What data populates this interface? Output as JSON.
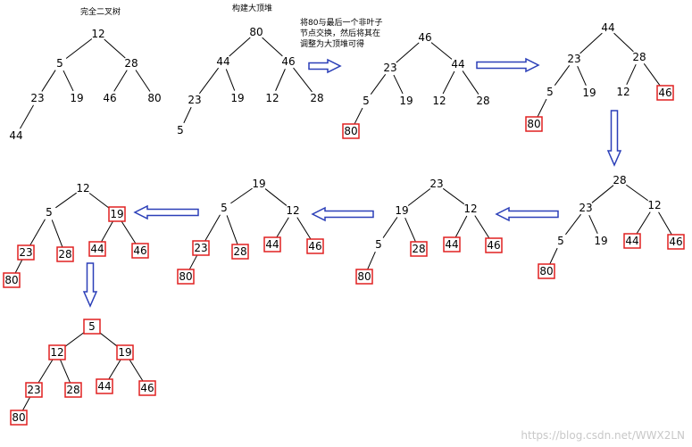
{
  "captions": {
    "complete_tree": "完全二叉树",
    "build_heap": "构建大顶堆",
    "swap_note": "将80与最后一个非叶子\n节点交换，然后将其在\n调整为大顶堆可得"
  },
  "watermark": "https://blog.csdn.net/WWX2LN",
  "colors": {
    "edge": "#000000",
    "node_text": "#000000",
    "highlight_box": "#e02020",
    "arrow_fill": "#ffffff",
    "arrow_stroke": "#2b3fb8"
  },
  "trees": [
    {
      "id": "complete-binary-tree",
      "nodes": [
        {
          "v": "12"
        },
        {
          "v": "5"
        },
        {
          "v": "28"
        },
        {
          "v": "23"
        },
        {
          "v": "19"
        },
        {
          "v": "46"
        },
        {
          "v": "80"
        },
        {
          "v": "44"
        }
      ],
      "edges": [
        [
          0,
          1
        ],
        [
          0,
          2
        ],
        [
          1,
          3
        ],
        [
          1,
          4
        ],
        [
          2,
          5
        ],
        [
          2,
          6
        ],
        [
          3,
          7
        ]
      ]
    },
    {
      "id": "build-heap-step",
      "nodes": [
        {
          "v": "80"
        },
        {
          "v": "44"
        },
        {
          "v": "46"
        },
        {
          "v": "23"
        },
        {
          "v": "19"
        },
        {
          "v": "12"
        },
        {
          "v": "28"
        },
        {
          "v": "5"
        }
      ],
      "edges": [
        [
          0,
          1
        ],
        [
          0,
          2
        ],
        [
          1,
          3
        ],
        [
          1,
          4
        ],
        [
          2,
          5
        ],
        [
          2,
          6
        ],
        [
          3,
          7
        ]
      ]
    },
    {
      "id": "after-swap-80",
      "nodes": [
        {
          "v": "46"
        },
        {
          "v": "23"
        },
        {
          "v": "44"
        },
        {
          "v": "5"
        },
        {
          "v": "19"
        },
        {
          "v": "12"
        },
        {
          "v": "28"
        },
        {
          "v": "80",
          "boxed": true
        }
      ],
      "edges": [
        [
          0,
          1
        ],
        [
          0,
          2
        ],
        [
          1,
          3
        ],
        [
          1,
          4
        ],
        [
          2,
          5
        ],
        [
          2,
          6
        ],
        [
          3,
          7
        ]
      ]
    },
    {
      "id": "after-swap-46",
      "nodes": [
        {
          "v": "44"
        },
        {
          "v": "23"
        },
        {
          "v": "28"
        },
        {
          "v": "5"
        },
        {
          "v": "19"
        },
        {
          "v": "12"
        },
        {
          "v": "46",
          "boxed": true
        },
        {
          "v": "80",
          "boxed": true
        }
      ],
      "edges": [
        [
          0,
          1
        ],
        [
          0,
          2
        ],
        [
          1,
          3
        ],
        [
          1,
          4
        ],
        [
          2,
          5
        ],
        [
          2,
          6
        ],
        [
          3,
          7
        ]
      ]
    },
    {
      "id": "after-swap-44",
      "nodes": [
        {
          "v": "28"
        },
        {
          "v": "23"
        },
        {
          "v": "12"
        },
        {
          "v": "5"
        },
        {
          "v": "19"
        },
        {
          "v": "44",
          "boxed": true
        },
        {
          "v": "46",
          "boxed": true
        },
        {
          "v": "80",
          "boxed": true
        }
      ],
      "edges": [
        [
          0,
          1
        ],
        [
          0,
          2
        ],
        [
          1,
          3
        ],
        [
          1,
          4
        ],
        [
          2,
          5
        ],
        [
          2,
          6
        ],
        [
          3,
          7
        ]
      ]
    },
    {
      "id": "after-swap-28",
      "nodes": [
        {
          "v": "23"
        },
        {
          "v": "19"
        },
        {
          "v": "12"
        },
        {
          "v": "5"
        },
        {
          "v": "28",
          "boxed": true
        },
        {
          "v": "44",
          "boxed": true
        },
        {
          "v": "46",
          "boxed": true
        },
        {
          "v": "80",
          "boxed": true
        }
      ],
      "edges": [
        [
          0,
          1
        ],
        [
          0,
          2
        ],
        [
          1,
          3
        ],
        [
          1,
          4
        ],
        [
          2,
          5
        ],
        [
          2,
          6
        ],
        [
          3,
          7
        ]
      ]
    },
    {
      "id": "after-swap-23",
      "nodes": [
        {
          "v": "19"
        },
        {
          "v": "5"
        },
        {
          "v": "12"
        },
        {
          "v": "23",
          "boxed": true
        },
        {
          "v": "28",
          "boxed": true
        },
        {
          "v": "44",
          "boxed": true
        },
        {
          "v": "46",
          "boxed": true
        },
        {
          "v": "80",
          "boxed": true
        }
      ],
      "edges": [
        [
          0,
          1
        ],
        [
          0,
          2
        ],
        [
          1,
          3
        ],
        [
          1,
          4
        ],
        [
          2,
          5
        ],
        [
          2,
          6
        ],
        [
          3,
          7
        ]
      ]
    },
    {
      "id": "after-swap-19",
      "nodes": [
        {
          "v": "12"
        },
        {
          "v": "5"
        },
        {
          "v": "19",
          "boxed": true
        },
        {
          "v": "23",
          "boxed": true
        },
        {
          "v": "28",
          "boxed": true
        },
        {
          "v": "44",
          "boxed": true
        },
        {
          "v": "46",
          "boxed": true
        },
        {
          "v": "80",
          "boxed": true
        }
      ],
      "edges": [
        [
          0,
          1
        ],
        [
          0,
          2
        ],
        [
          1,
          3
        ],
        [
          1,
          4
        ],
        [
          2,
          5
        ],
        [
          2,
          6
        ],
        [
          3,
          7
        ]
      ]
    },
    {
      "id": "sorted-result",
      "nodes": [
        {
          "v": "5",
          "boxed": true
        },
        {
          "v": "12",
          "boxed": true
        },
        {
          "v": "19",
          "boxed": true
        },
        {
          "v": "23",
          "boxed": true
        },
        {
          "v": "28",
          "boxed": true
        },
        {
          "v": "44",
          "boxed": true
        },
        {
          "v": "46",
          "boxed": true
        },
        {
          "v": "80",
          "boxed": true
        }
      ],
      "edges": [
        [
          0,
          1
        ],
        [
          0,
          2
        ],
        [
          1,
          3
        ],
        [
          1,
          4
        ],
        [
          2,
          5
        ],
        [
          2,
          6
        ],
        [
          3,
          7
        ]
      ]
    }
  ]
}
